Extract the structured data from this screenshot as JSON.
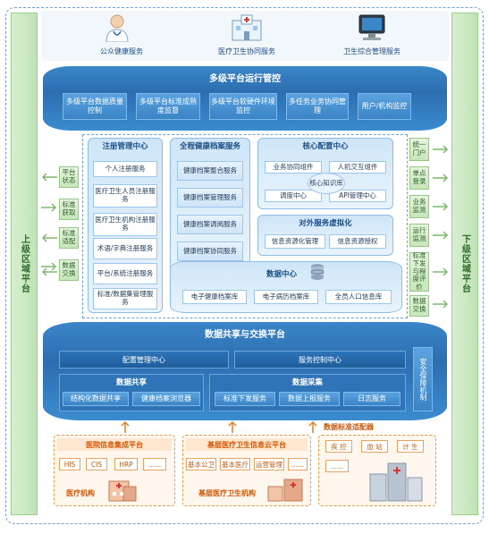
{
  "top_icons": [
    {
      "label": "公众健康服务",
      "icon": "doctor-icon"
    },
    {
      "label": "医疗卫生协同服务",
      "icon": "hospital-icon"
    },
    {
      "label": "卫生综合管理服务",
      "icon": "monitor-icon"
    }
  ],
  "left_region": {
    "title": "上级区域平台",
    "items": [
      "平台状态",
      "标准获取",
      "标准适配",
      "数据交换"
    ]
  },
  "right_region": {
    "title": "下级区域平台",
    "items": [
      "统一门户",
      "单点登录",
      "业务监测",
      "运行监测",
      "标准下发与程度评价",
      "数据交换"
    ]
  },
  "ops_platform": {
    "title": "多级平台运行管控",
    "items": [
      "多级平台数据质量控制",
      "多级平台标准成熟度监督",
      "多级平台软硬件环境监控",
      "多任务业务协同管理",
      "用户/机构监控"
    ]
  },
  "registry": {
    "title": "注册管理中心",
    "items": [
      "个人注册服务",
      "医疗卫生人员注册服务",
      "医疗卫生机构注册服务",
      "术语/字典注册服务",
      "平台/系统注册服务",
      "标准/数据集管理服务"
    ]
  },
  "health_records": {
    "title": "全程健康档案服务",
    "items": [
      "健康档案整合服务",
      "健康档案管理服务",
      "健康档案调阅服务",
      "健康档案协同服务"
    ]
  },
  "core_config": {
    "title": "核心配置中心",
    "items": [
      "业务协同组件",
      "人机交互组件",
      "调度中心",
      "API管理中心"
    ],
    "center": "核心知识库"
  },
  "virtualization": {
    "title": "对外服务虚拟化",
    "items": [
      "信息资源化管理",
      "信息资源授权"
    ]
  },
  "data_center": {
    "title": "数据中心",
    "items": [
      "电子健康档案库",
      "电子病历档案库",
      "全员人口信息库"
    ]
  },
  "exchange_platform": {
    "title": "数据共享与交换平台",
    "config": "配置管理中心",
    "service": "服务控制中心",
    "security": "安全保障机制",
    "sharing_title": "数据共享",
    "sharing_items": [
      "结构化数据共享",
      "健康档案浏览器"
    ],
    "collect_title": "数据采集",
    "collect_items": [
      "标准下发服务",
      "数据上报服务",
      "日志服务"
    ]
  },
  "adapter_label": "数据标准适配器",
  "bottom": {
    "hospital_platform": "医院信息集成平台",
    "hospital_items": [
      "HIS",
      "CIS",
      "HRP",
      "......"
    ],
    "hospital_label": "医疗机构",
    "primary_platform": "基层医疗卫生信息云平台",
    "primary_items": [
      "基本公卫",
      "基本医疗",
      "运营管理",
      "......"
    ],
    "primary_label": "基层医疗卫生机构",
    "other_items": [
      "疾 控",
      "血 站",
      "计 生",
      "......"
    ]
  },
  "colors": {
    "accent_blue": "#2c6eb0",
    "side_green": "#bfe2b5",
    "orange": "#d35400"
  }
}
